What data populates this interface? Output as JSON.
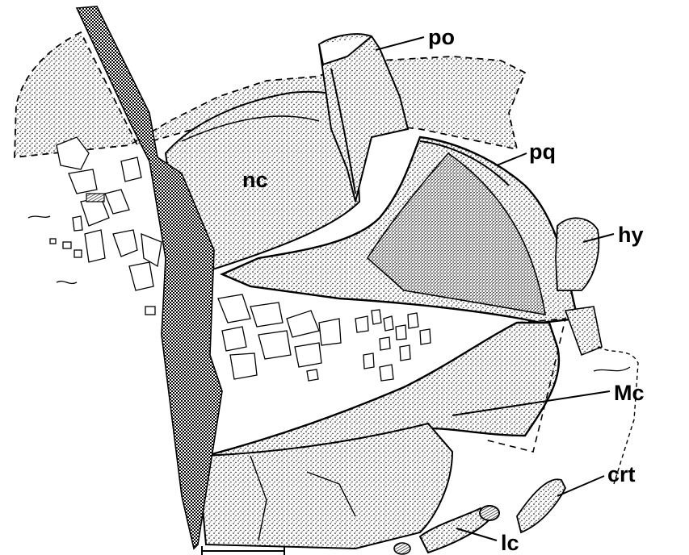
{
  "labels": {
    "po": "po",
    "nc": "nc",
    "pq": "pq",
    "hy": "hy",
    "mc": "Mc",
    "crt": "crt",
    "lc": "lc"
  },
  "colors": {
    "ink": "#000000",
    "stipple_light": "#b9b9b9",
    "stipple_dark": "#6e6e6e",
    "matrix_band": "#9a9a9a",
    "background": "#ffffff"
  }
}
